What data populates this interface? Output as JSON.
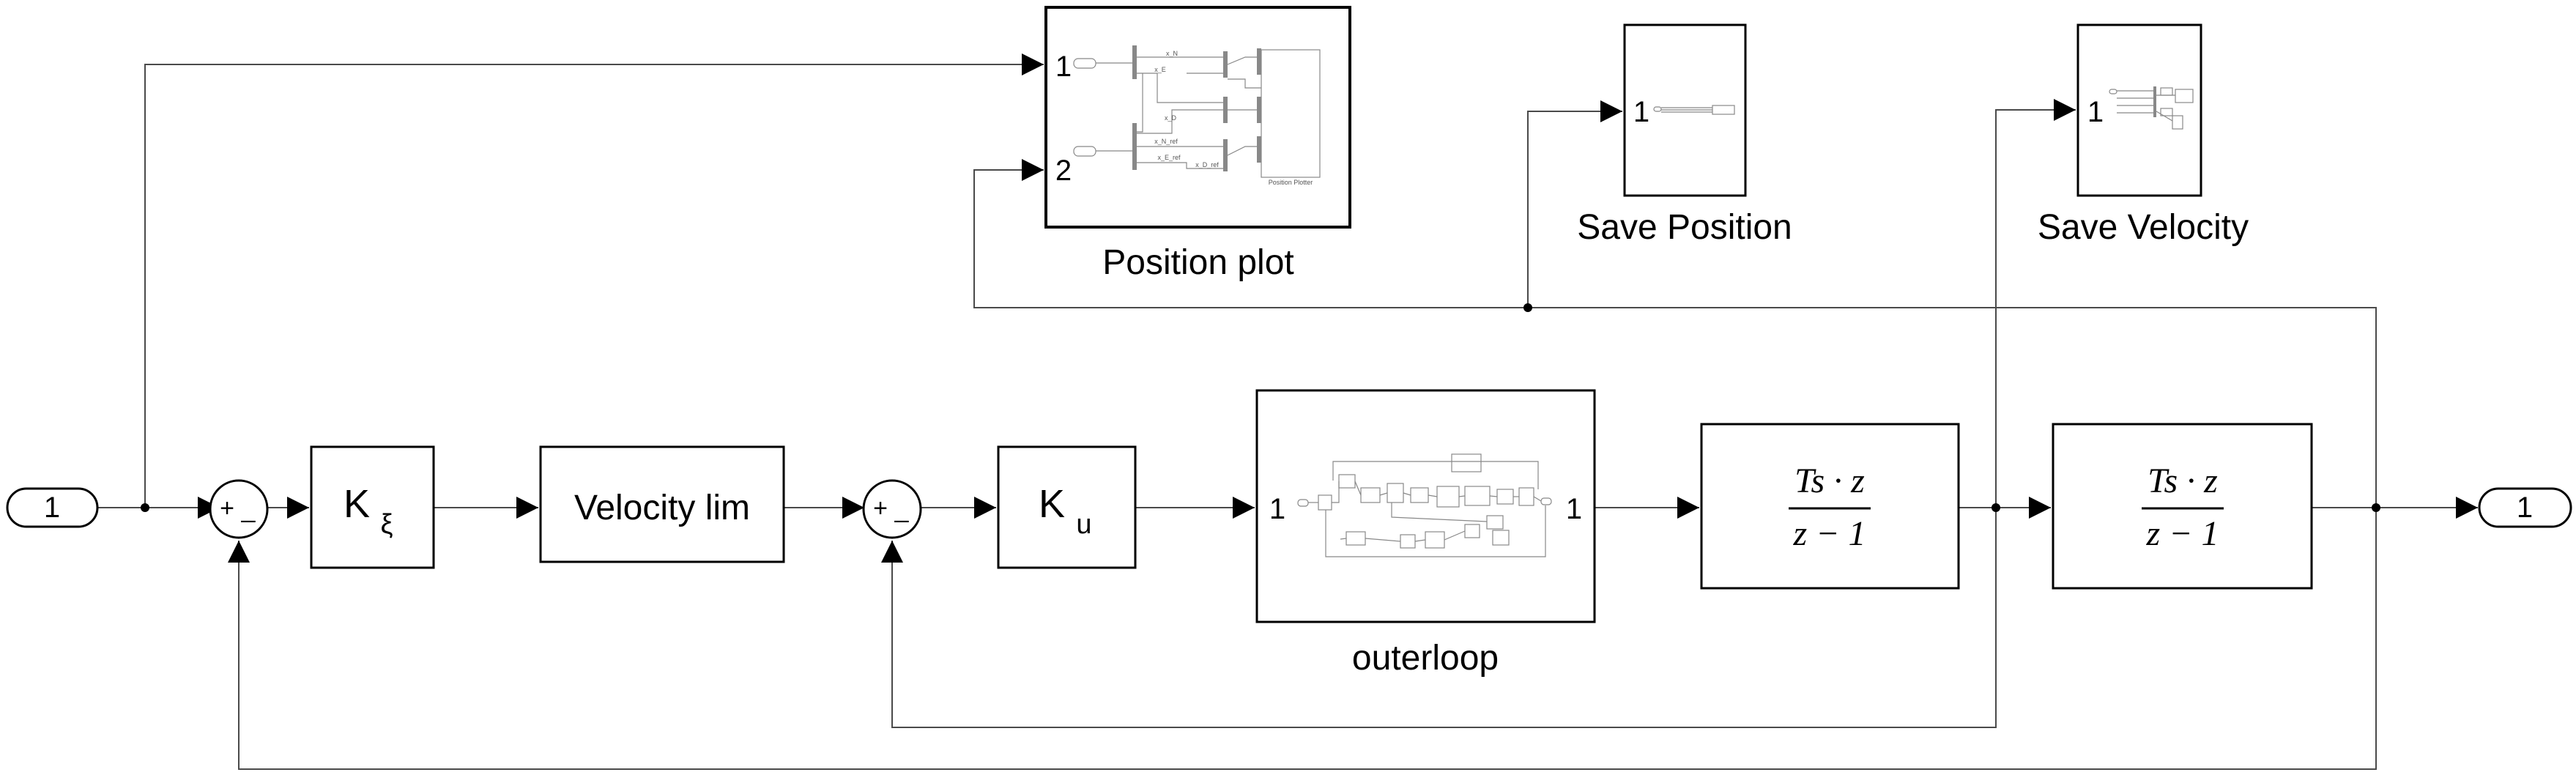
{
  "diagram": {
    "inport_label": "1",
    "outport_label": "1",
    "sum1": {
      "plus": "+",
      "minus": "_"
    },
    "sum2": {
      "plus": "+",
      "minus": "_"
    },
    "gain_xi": {
      "base": "K",
      "sub": "ξ"
    },
    "velocity_lim": "Velocity lim",
    "gain_u": {
      "base": "K",
      "sub": "u"
    },
    "outerloop": {
      "name": "outerloop",
      "in_port": "1",
      "out_port": "1"
    },
    "integrator1": {
      "num": "Ts · z",
      "den": "z − 1"
    },
    "integrator2": {
      "num": "Ts · z",
      "den": "z − 1"
    },
    "position_plot": {
      "name": "Position plot",
      "port1": "1",
      "port2": "2",
      "inner_labels": [
        "x_N",
        "x_E",
        "x_D",
        "x_N_ref",
        "x_E_ref",
        "x_D_ref"
      ],
      "plotter_label": "Position Plotter"
    },
    "save_position": {
      "name": "Save Position",
      "port": "1"
    },
    "save_velocity": {
      "name": "Save Velocity",
      "port": "1"
    }
  }
}
